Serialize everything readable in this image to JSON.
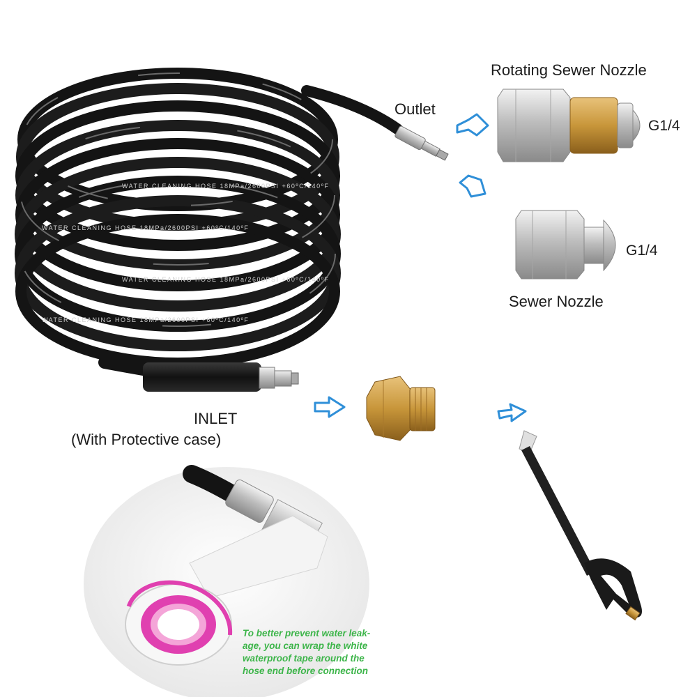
{
  "labels": {
    "rotating_nozzle": "Rotating Sewer Nozzle",
    "outlet": "Outlet",
    "thread_rotating": "G1/4",
    "thread_sewer": "G1/4",
    "sewer_nozzle": "Sewer Nozzle",
    "inlet": "INLET",
    "inlet_note": "(With Protective case)"
  },
  "hose_print": [
    "WATER CLEANING HOSE 18MPa/2600PSI +60ºC/140ºF"
  ],
  "tip": {
    "lines": [
      "To better prevent water leak-",
      "age, you can wrap the white",
      "waterproof tape around the",
      "hose end before connection"
    ]
  },
  "colors": {
    "hose": "#141414",
    "brass": "#c8963a",
    "steel": "#c9c9c9",
    "arrow": "#2f8fd8",
    "tape_pink": "#e040b0",
    "tip_text": "#3db54a"
  }
}
